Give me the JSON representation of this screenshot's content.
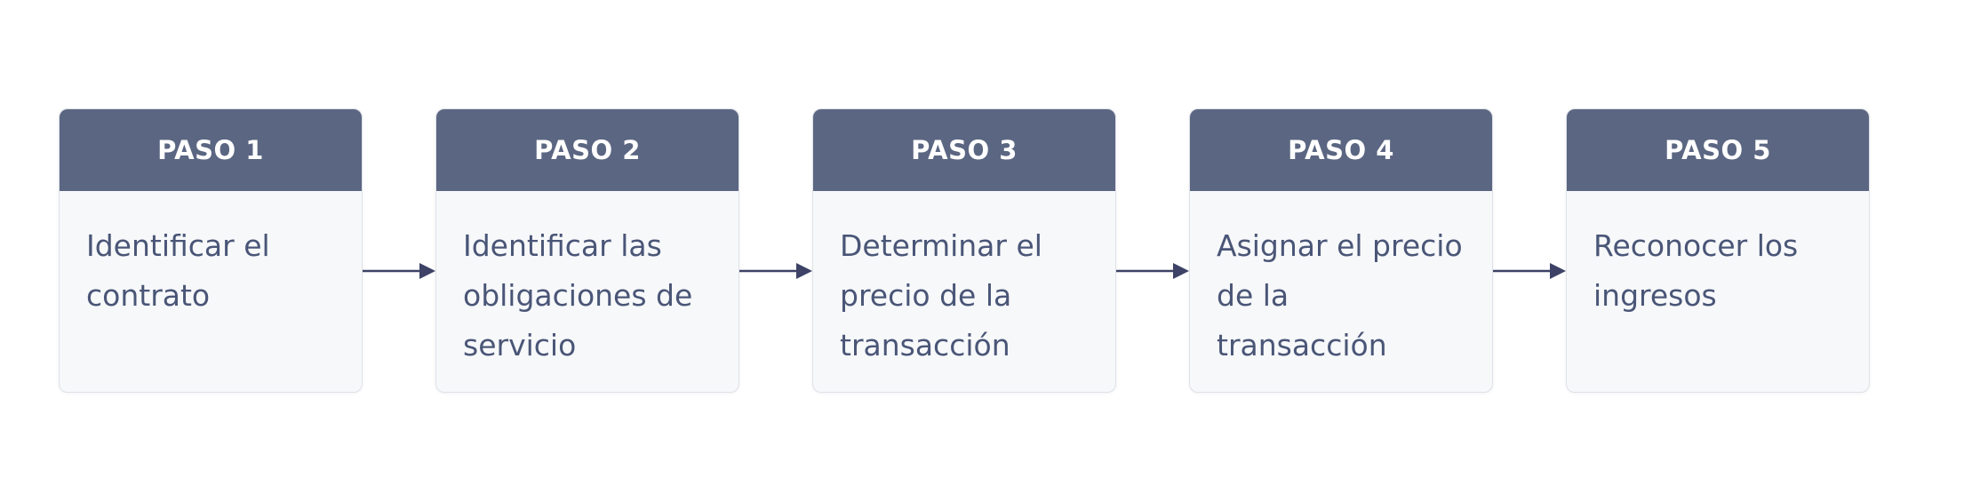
{
  "steps": [
    {
      "label": "PASO 1",
      "text": "Identificar el contrato"
    },
    {
      "label": "PASO 2",
      "text": "Identificar las obligaciones de servicio"
    },
    {
      "label": "PASO 3",
      "text": "Determinar el precio de la transacción"
    },
    {
      "label": "PASO 4",
      "text": "Asignar el precio de la transacción"
    },
    {
      "label": "PASO 5",
      "text": "Reconocer los ingresos"
    }
  ],
  "colors": {
    "header": "#5b6682",
    "header_text": "#ffffff",
    "card_bg": "#f7f8fa",
    "card_border": "#dfe2e8",
    "body_text": "#4a5677",
    "arrow": "#3d4266"
  }
}
